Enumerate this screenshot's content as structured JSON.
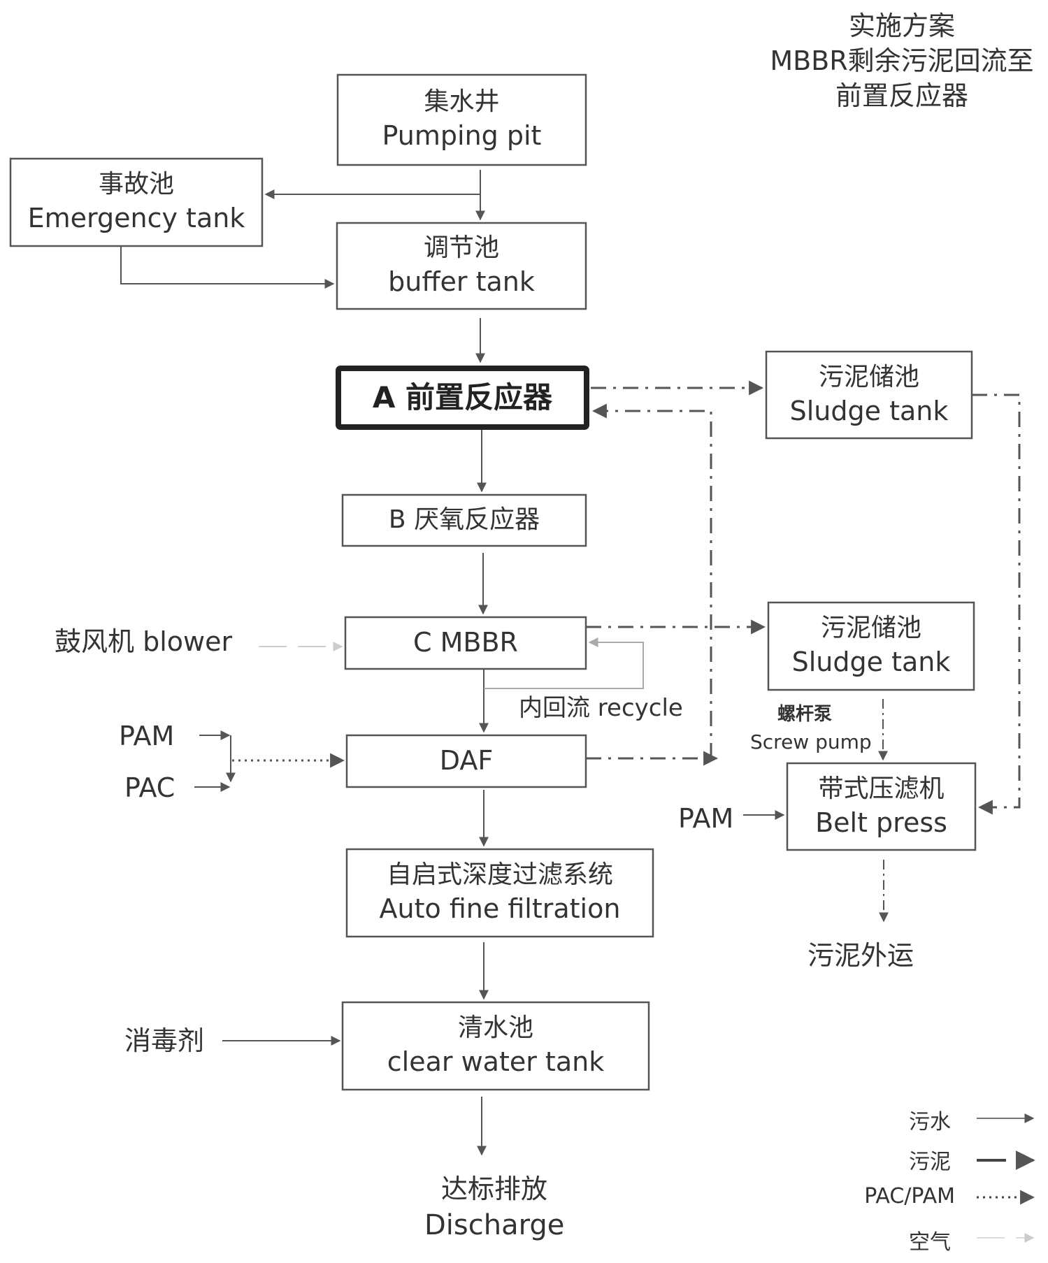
{
  "title": {
    "line1": "实施方案",
    "line2": "MBBR剩余污泥回流至",
    "line3": "前置反应器"
  },
  "nodes": {
    "pumping_pit": {
      "zh": "集水井",
      "en": "Pumping pit"
    },
    "emergency_tank": {
      "zh": "事故池",
      "en": "Emergency tank"
    },
    "buffer_tank": {
      "zh": "调节池",
      "en": "buffer tank"
    },
    "a_reactor": {
      "label": "A 前置反应器"
    },
    "b_reactor": {
      "label": "B 厌氧反应器"
    },
    "c_mbbr": {
      "label": "C MBBR"
    },
    "daf": {
      "label": "DAF"
    },
    "auto_filtration": {
      "zh": "自启式深度过滤系统",
      "en": "Auto fine filtration"
    },
    "clear_water_tank": {
      "zh": "清水池",
      "en": "clear water tank"
    },
    "sludge_tank_1": {
      "zh": "污泥储池",
      "en": "Sludge tank"
    },
    "sludge_tank_2": {
      "zh": "污泥储池",
      "en": "Sludge tank"
    },
    "belt_press": {
      "zh": "带式压滤机",
      "en": "Belt press"
    }
  },
  "labels": {
    "blower": "鼓风机 blower",
    "pam_left": "PAM",
    "pac_left": "PAC",
    "recycle": "内回流 recycle",
    "screw_pump_zh": "螺杆泵",
    "screw_pump_en": "Screw pump",
    "pam_right": "PAM",
    "disinfectant": "消毒剂",
    "discharge_zh": "达标排放",
    "discharge_en": "Discharge",
    "sludge_out": "污泥外运"
  },
  "legend": [
    {
      "label": "污水",
      "style": "solid",
      "meaning": "sewage"
    },
    {
      "label": "污泥",
      "style": "dash-dot",
      "meaning": "sludge"
    },
    {
      "label": "PAC/PAM",
      "style": "dotted",
      "meaning": "chemical dosing"
    },
    {
      "label": "空气",
      "style": "light-dashed",
      "meaning": "air"
    }
  ],
  "colors": {
    "line": "#555555",
    "text": "#333333",
    "air": "#cccccc",
    "recycle": "#999999",
    "highlight_border": "#222222"
  }
}
